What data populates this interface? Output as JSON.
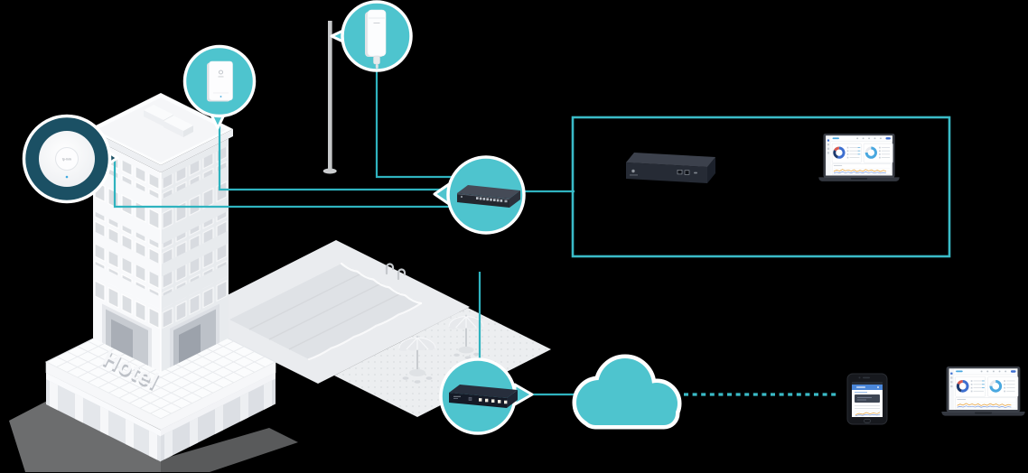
{
  "palette": {
    "bg": "#000000",
    "teal": "#4EC4CE",
    "teal-line": "#2FB3BF",
    "teal-border": "#3ABBC7",
    "dark-ring": "#1B5064",
    "accent-blue": "#4A86D8",
    "chart-blue": "#3D6FD0",
    "chart-navy": "#1D3A6E",
    "chart-red": "#D85A50",
    "chart-cyan": "#49A8E0",
    "chart-orange": "#E8A33D"
  },
  "building": {
    "sign": "Hotel"
  },
  "brand": {
    "name": "tp-link"
  },
  "icons": {
    "ceiling_ap": "ceiling-mount-access-point",
    "wall_ap": "wall-plate-access-point",
    "outdoor_ap": "outdoor-access-point",
    "poe_switch": "poe-switch",
    "gateway": "gateway-router",
    "controller": "hardware-controller",
    "management_laptop": "management-laptop-dashboard",
    "cloud": "cloud",
    "app_phone": "smartphone-app",
    "remote_laptop": "remote-laptop-dashboard"
  }
}
